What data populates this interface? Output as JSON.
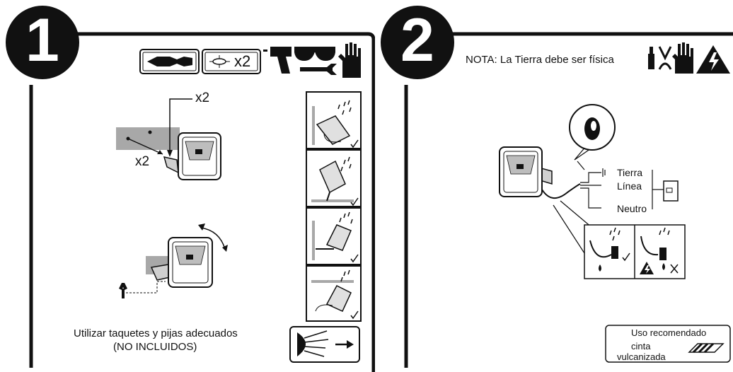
{
  "panel1": {
    "step_number": "1",
    "tools": {
      "drill_bit_icon": "drill-bit",
      "anchor_label": "x2",
      "drill_icon": "drill",
      "glasses_icon": "safety-glasses",
      "wrench_icon": "wrench",
      "glove_icon": "glove"
    },
    "mount_labels": {
      "screw_count": "x2",
      "anchor_count": "x2"
    },
    "caption_line1": "Utilizar taquetes y pijas adecuados",
    "caption_line2": "(NO INCLUIDOS)"
  },
  "panel2": {
    "step_number": "2",
    "note": "NOTA: La Tierra debe ser física",
    "wire_labels": {
      "ground": "Tierra",
      "line": "Línea",
      "neutral": "Neutro"
    },
    "recommendation_title": "Uso recomendado",
    "tape_label_line1": "cinta",
    "tape_label_line2": "vulcanizada"
  },
  "colors": {
    "ink": "#111111",
    "wall_gray": "#a8a8a8",
    "light_gray": "#d0d0d0"
  }
}
